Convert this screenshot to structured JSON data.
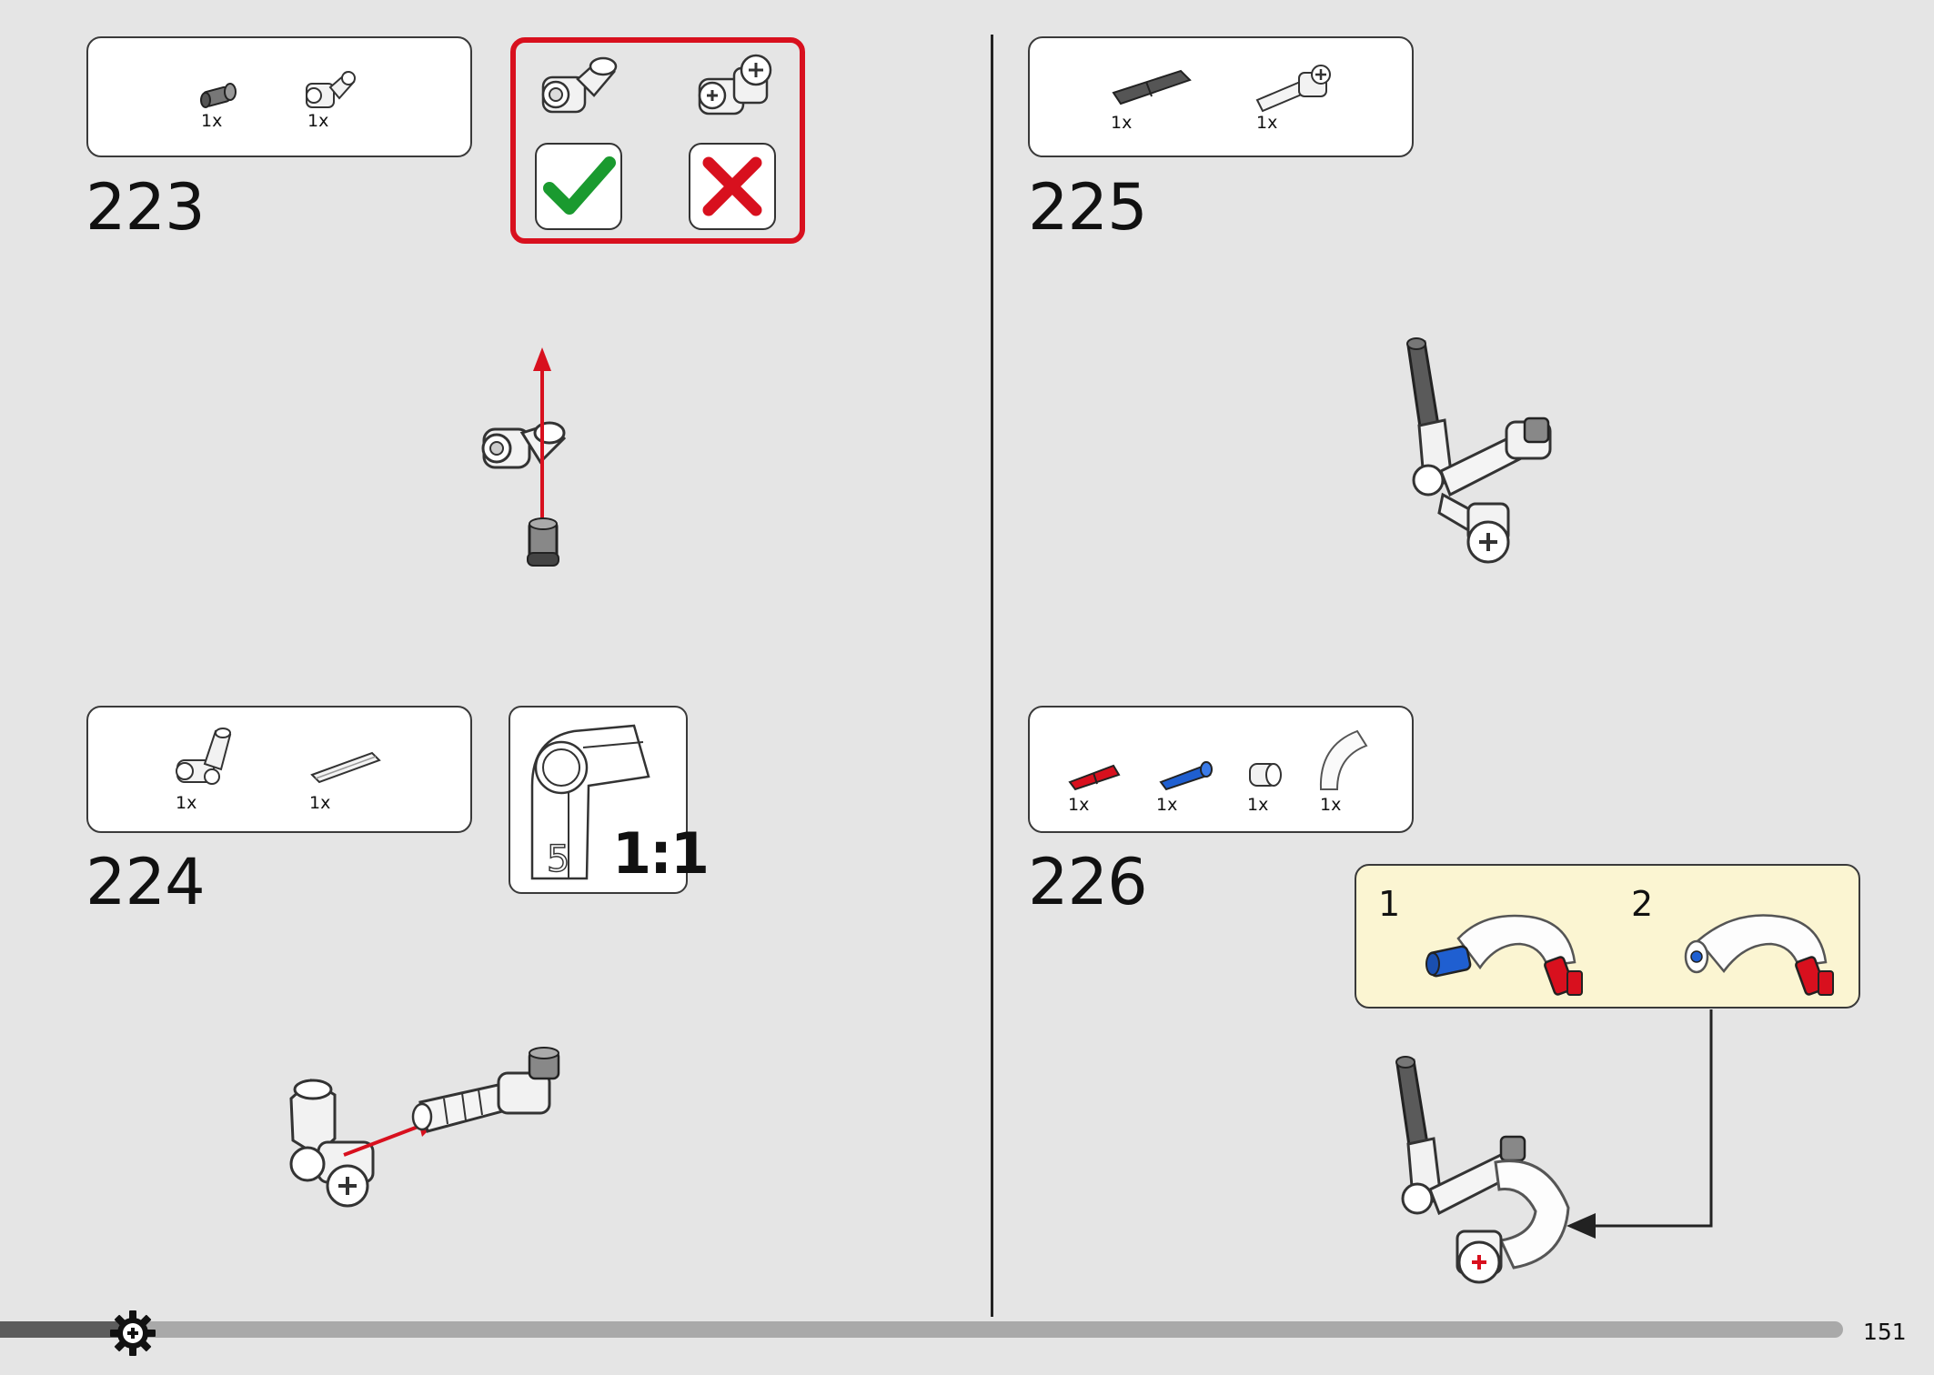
{
  "steps": {
    "s223": {
      "number": "223",
      "parts": [
        {
          "qty": "1x",
          "icon": "pin-with-bush-icon"
        },
        {
          "qty": "1x",
          "icon": "angle-connector-icon"
        }
      ]
    },
    "s224": {
      "number": "224",
      "parts": [
        {
          "qty": "1x",
          "icon": "angled-axle-connector-icon"
        },
        {
          "qty": "1x",
          "icon": "axle-icon"
        }
      ],
      "scale_label": "1:1",
      "scale_length": "5"
    },
    "s225": {
      "number": "225",
      "parts": [
        {
          "qty": "1x",
          "icon": "dark-axle-icon"
        },
        {
          "qty": "1x",
          "icon": "connector-assembly-icon"
        }
      ]
    },
    "s226": {
      "number": "226",
      "parts": [
        {
          "qty": "1x",
          "icon": "red-axle-pin-icon"
        },
        {
          "qty": "1x",
          "icon": "blue-axle-pin-icon"
        },
        {
          "qty": "1x",
          "icon": "bush-icon"
        },
        {
          "qty": "1x",
          "icon": "flex-tube-icon"
        }
      ],
      "substeps": [
        "1",
        "2"
      ]
    }
  },
  "compare": {
    "correct_icon": "check-icon",
    "wrong_icon": "cross-icon"
  },
  "colors": {
    "accent_red": "#d8101e",
    "check_green": "#1a9a2f",
    "callout_bg": "#fbf5d2",
    "part_blue": "#1f5fd1"
  },
  "footer": {
    "page_number": "151",
    "progress_fraction": 0.07,
    "gear_icon": "gear-icon"
  }
}
